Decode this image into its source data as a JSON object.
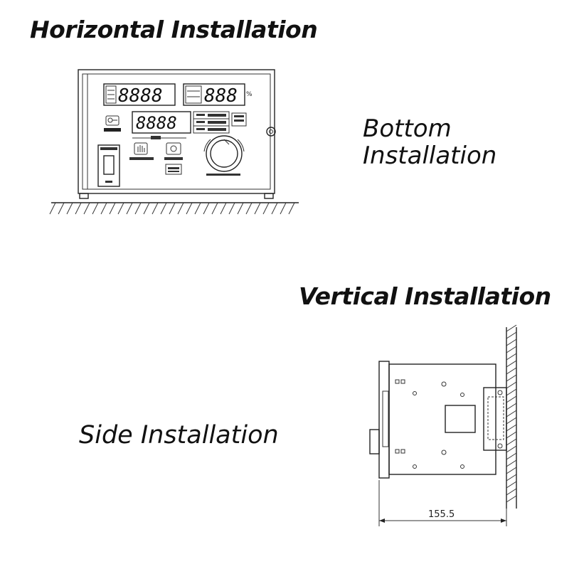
{
  "labels": {
    "horizontal": "Horizontal Installation",
    "bottom_line1": "Bottom",
    "bottom_line2": "Installation",
    "vertical": "Vertical Installation",
    "side": "Side Installation"
  },
  "front_panel": {
    "display_top_left": "8888",
    "display_top_right": "888",
    "display_mid": "8888",
    "percent_sign": "%"
  },
  "side_view": {
    "dimension": "155.5"
  }
}
